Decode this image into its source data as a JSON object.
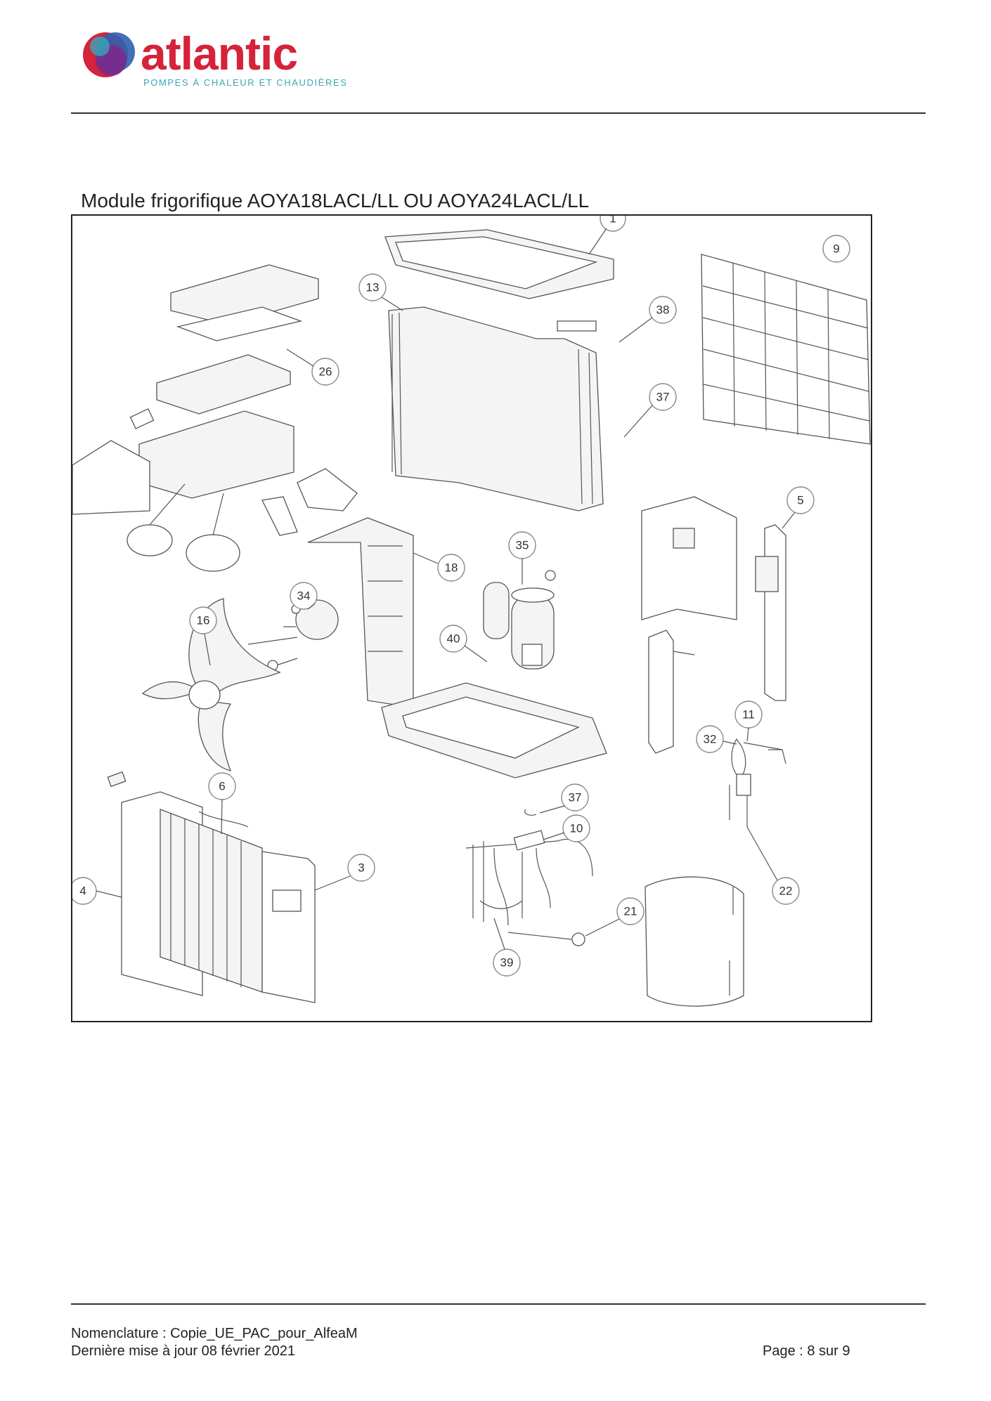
{
  "header": {
    "brand": "atlantic",
    "tagline": "POMPES À CHALEUR ET CHAUDIÈRES",
    "colors": {
      "brand_red": "#d5233a",
      "brand_teal": "#3aa6b6",
      "logo_purple": "#7a2a8c",
      "logo_blue": "#2f5fb0"
    }
  },
  "diagram": {
    "title": "Module frigorifique AOYA18LACL/LL OU AOYA24LACL/LL",
    "callouts": [
      "1",
      "9",
      "13",
      "38",
      "26",
      "37",
      "5",
      "35",
      "18",
      "34",
      "16",
      "40",
      "11",
      "32",
      "6",
      "37",
      "10",
      "3",
      "4",
      "22",
      "21",
      "39"
    ]
  },
  "footer": {
    "nomenclature": "Nomenclature : Copie_UE_PAC_pour_AlfeaM",
    "updated": "Dernière mise à jour 08 février 2021",
    "page": "Page : 8 sur 9"
  }
}
